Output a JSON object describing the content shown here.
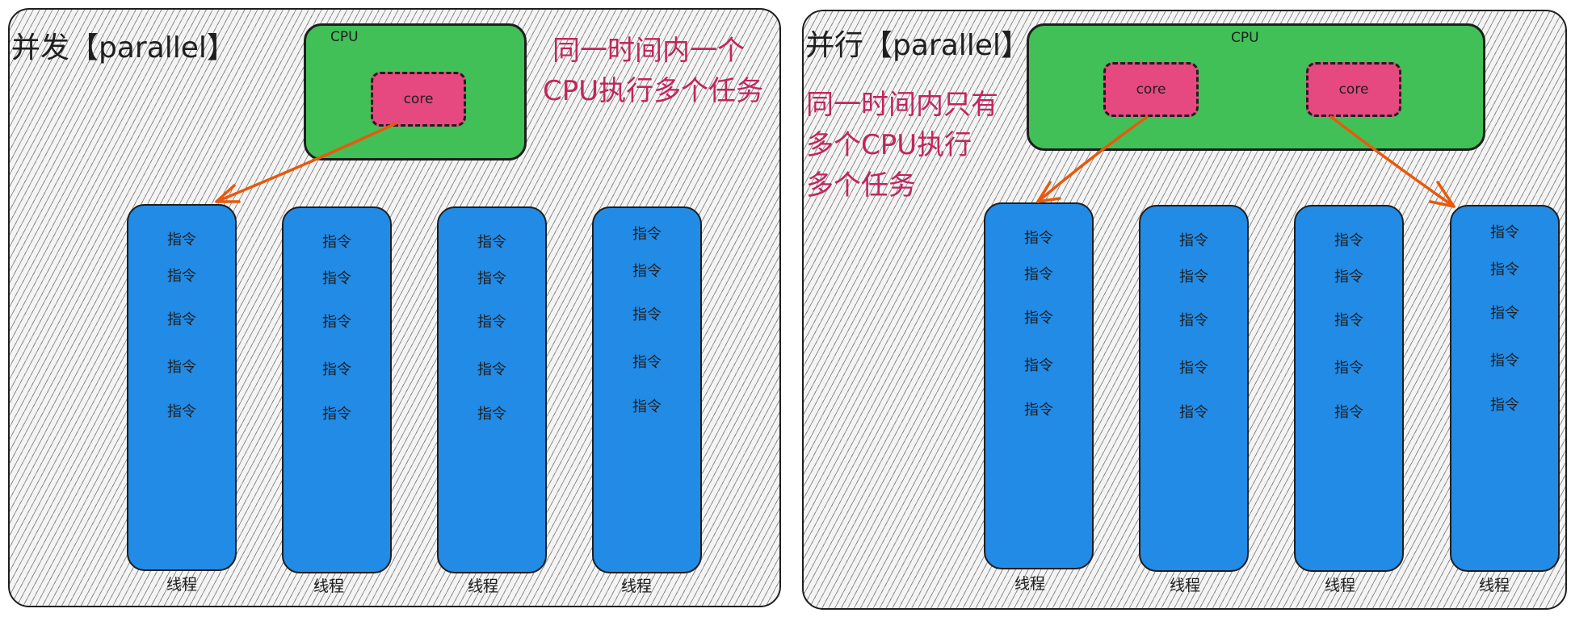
{
  "concurrency": {
    "title": "并发【parallel】",
    "cpu_label": "CPU",
    "cores": [
      "core"
    ],
    "note_lines": [
      "同一时间内一个",
      "CPU执行多个任务"
    ],
    "threads": [
      {
        "label": "线程",
        "instructions": [
          "指令",
          "指令",
          "指令",
          "指令",
          "指令"
        ]
      },
      {
        "label": "线程",
        "instructions": [
          "指令",
          "指令",
          "指令",
          "指令",
          "指令"
        ]
      },
      {
        "label": "线程",
        "instructions": [
          "指令",
          "指令",
          "指令",
          "指令",
          "指令"
        ]
      },
      {
        "label": "线程",
        "instructions": [
          "指令",
          "指令",
          "指令",
          "指令",
          "指令"
        ]
      }
    ]
  },
  "parallelism": {
    "title": "并行【parallel】",
    "cpu_label": "CPU",
    "cores": [
      "core",
      "core"
    ],
    "note_lines": [
      "同一时间内只有",
      "多个CPU执行",
      "多个任务"
    ],
    "threads": [
      {
        "label": "线程",
        "instructions": [
          "指令",
          "指令",
          "指令",
          "指令",
          "指令"
        ]
      },
      {
        "label": "线程",
        "instructions": [
          "指令",
          "指令",
          "指令",
          "指令",
          "指令"
        ]
      },
      {
        "label": "线程",
        "instructions": [
          "指令",
          "指令",
          "指令",
          "指令",
          "指令"
        ]
      },
      {
        "label": "线程",
        "instructions": [
          "指令",
          "指令",
          "指令",
          "指令",
          "指令"
        ]
      }
    ]
  },
  "colors": {
    "cpu": "#40c057",
    "core": "#e64980",
    "thread": "#228be6",
    "note_text": "#c2255c",
    "arrow": "#e8590c"
  }
}
